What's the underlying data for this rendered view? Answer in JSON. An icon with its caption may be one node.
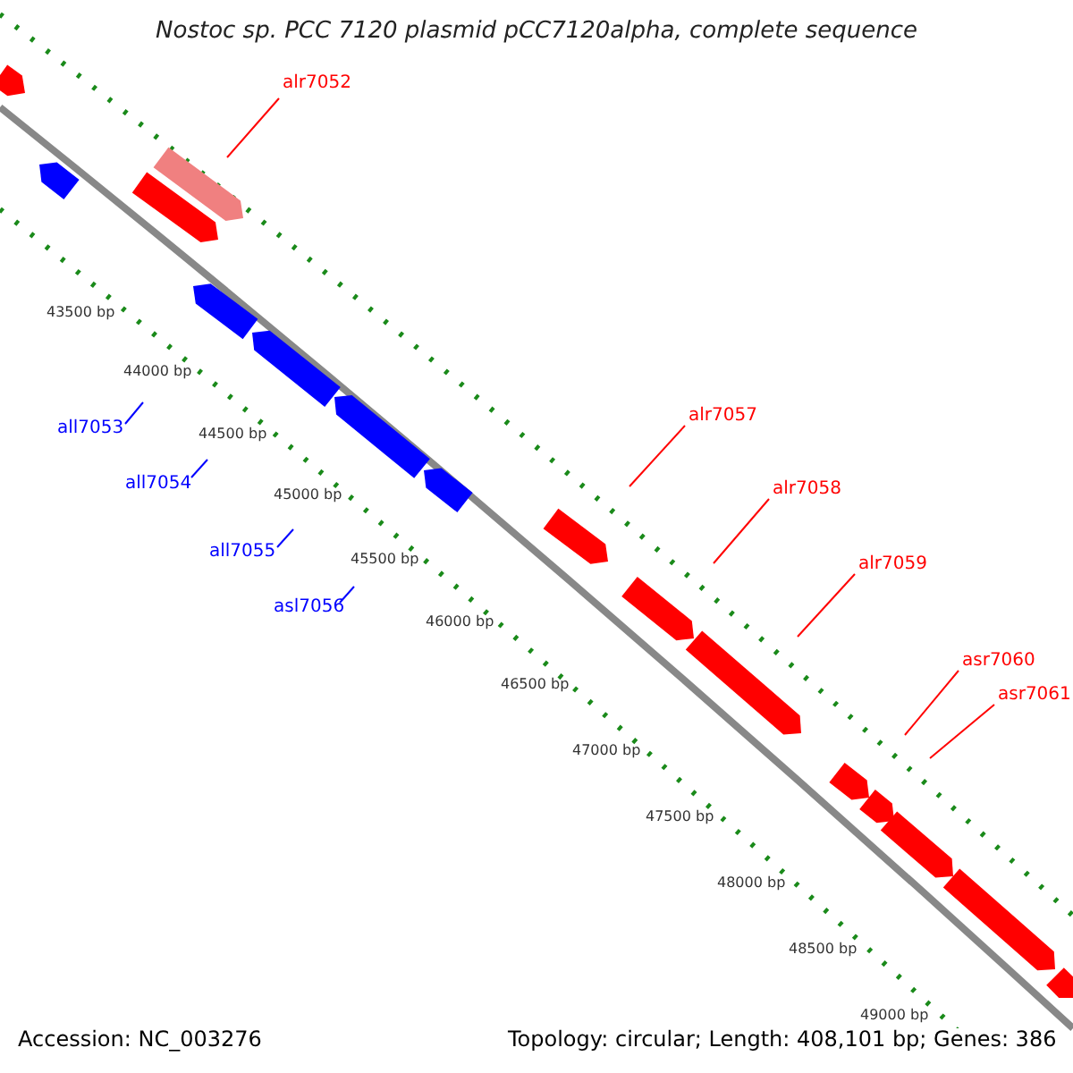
{
  "diagram": {
    "title": "Nostoc sp. PCC 7120 plasmid pCC7120alpha, complete sequence",
    "nodes": [
      {
        "text": [
          "alr7052"
        ]
      },
      {
        "text": [
          "all7053"
        ]
      },
      {
        "text": [
          "all7054"
        ]
      },
      {
        "text": [
          "alr7057"
        ]
      },
      {
        "text": [
          "alr7058"
        ]
      },
      {
        "text": [
          "all7055"
        ]
      },
      {
        "text": [
          "alr7059"
        ]
      },
      {
        "text": [
          "asl7056"
        ]
      },
      {
        "text": [
          "asr7060"
        ]
      },
      {
        "text": [
          "asr7061"
        ]
      }
    ],
    "edges": [
      {
        "from": 0,
        "to": null,
        "arrow": "none"
      },
      {
        "from": 1,
        "to": null,
        "arrow": "none",
        "color": "#0000ff"
      },
      {
        "from": 2,
        "to": null,
        "arrow": "none",
        "color": "#0000ff"
      },
      {
        "from": 3,
        "to": null,
        "arrow": "none"
      },
      {
        "from": 4,
        "to": null,
        "arrow": "none"
      },
      {
        "from": 5,
        "to": null,
        "arrow": "none",
        "color": "#0000ff"
      },
      {
        "from": 6,
        "to": null,
        "arrow": "none"
      },
      {
        "from": 7,
        "to": null,
        "arrow": "none",
        "color": "#0000ff"
      },
      {
        "from": 8,
        "to": null,
        "arrow": "none"
      },
      {
        "from": 9,
        "to": null,
        "arrow": "none"
      }
    ],
    "labels": [
      "43500 bp",
      "44000 bp",
      "44500 bp",
      "45000 bp",
      "45500 bp",
      "46000 bp",
      "46500 bp",
      "47000 bp",
      "47500 bp",
      "48000 bp",
      "48500 bp",
      "49000 bp",
      "Accession: NC_003276",
      "Topology: circular; Length: 408,101 bp; Genes: 386"
    ]
  }
}
